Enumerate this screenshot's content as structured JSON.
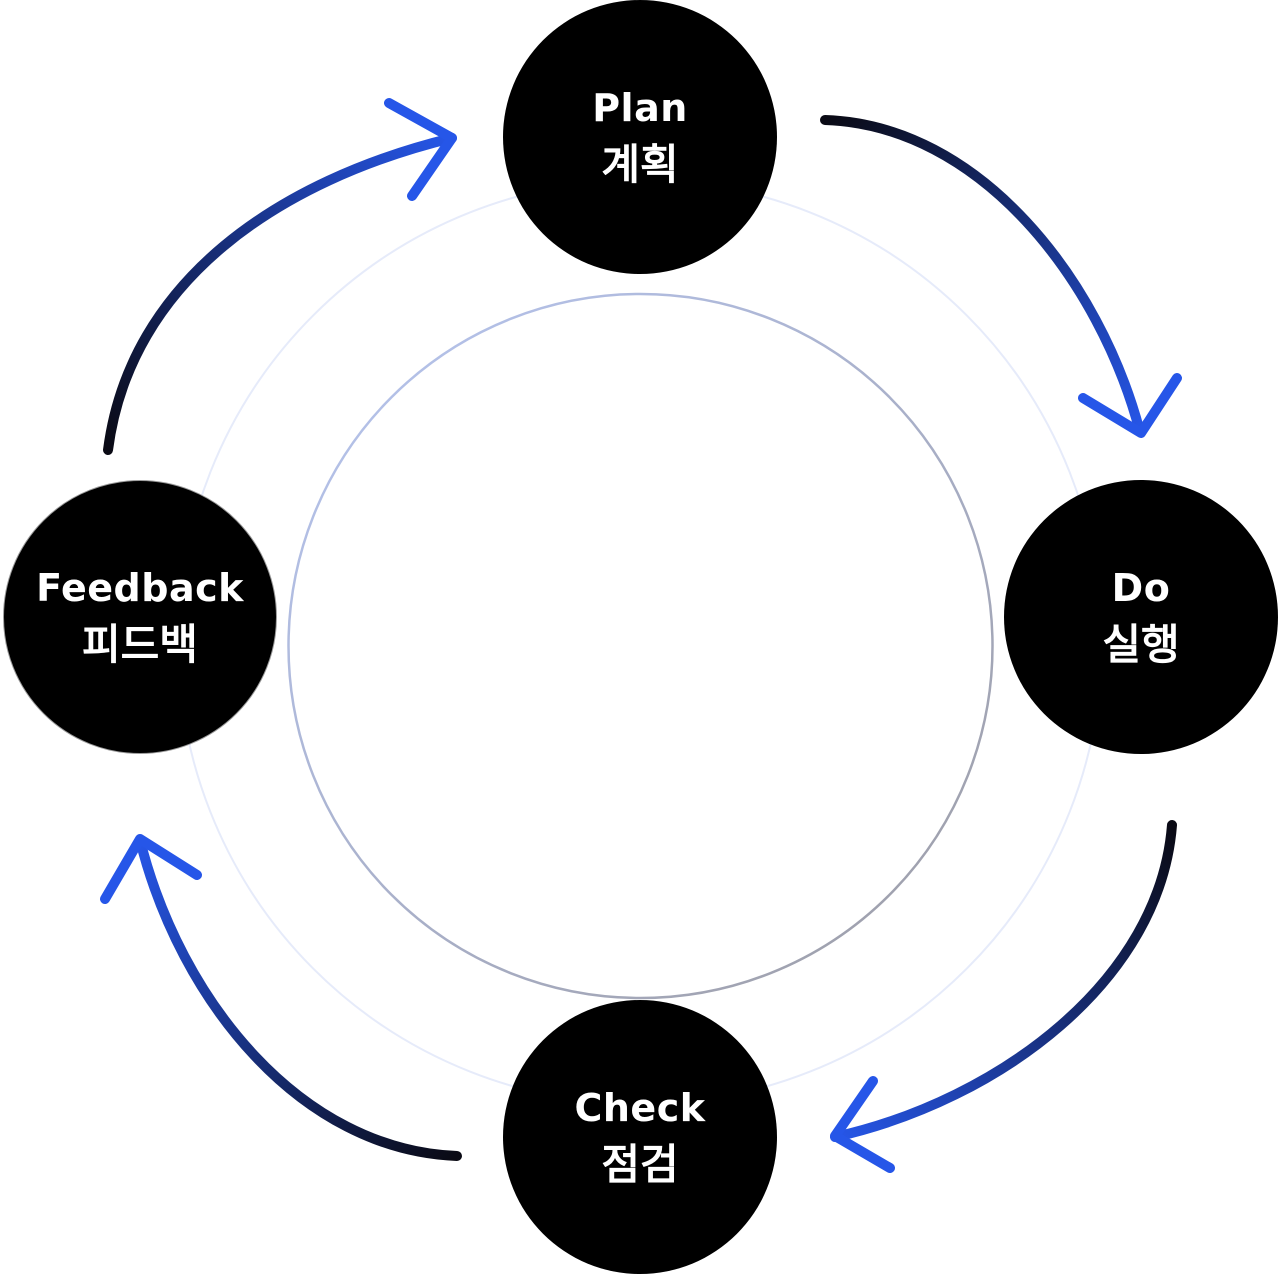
{
  "nodes": {
    "plan": {
      "en": "Plan",
      "ko": "계획"
    },
    "do": {
      "en": "Do",
      "ko": "실행"
    },
    "check": {
      "en": "Check",
      "ko": "점검"
    },
    "feedback": {
      "en": "Feedback",
      "ko": "피드백"
    }
  },
  "colors": {
    "node_fill": "#000000",
    "node_text": "#ffffff",
    "arrow_start": "#0a0a14",
    "arrow_end": "#2656e8",
    "ring_outer": "#e6ebfa",
    "ring_inner_start": "#b7c6f2",
    "ring_inner_end": "#9c9ca4"
  }
}
